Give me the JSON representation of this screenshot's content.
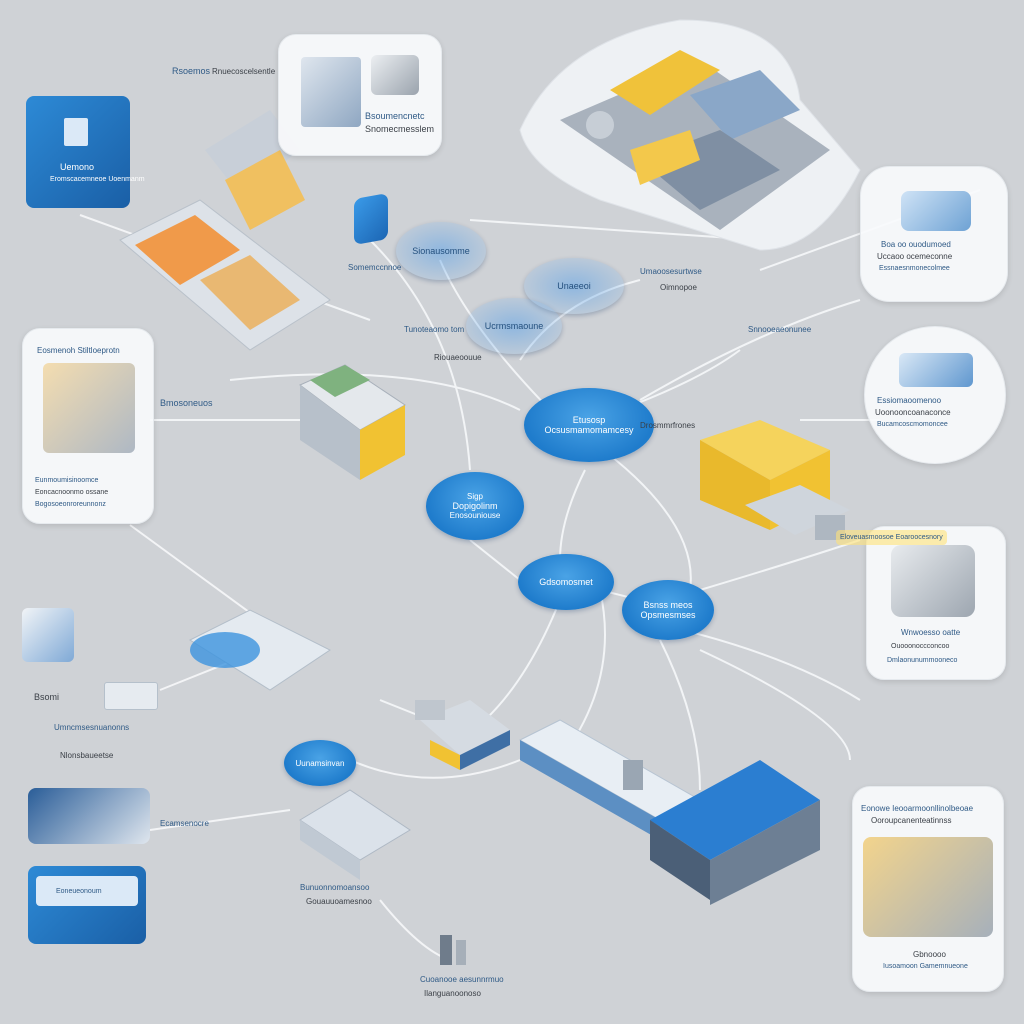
{
  "diagram": {
    "hub_nodes": [
      {
        "id": "hub-main",
        "line1": "Etusosp",
        "line2": "Ocsusmamomamcesy"
      },
      {
        "id": "hub-left",
        "line1": "Sigp",
        "line2": "Dopigolinm",
        "line3": "Enosouniouse"
      },
      {
        "id": "hub-center",
        "line1": "Gdsomosmet"
      },
      {
        "id": "hub-right",
        "line1": "Bsnss meos",
        "line2": "Opsmesmses"
      },
      {
        "id": "hub-bottom",
        "line1": "Uunamsinvan"
      }
    ],
    "soft_nodes": [
      {
        "id": "soft-1",
        "line1": "Sionausomme"
      },
      {
        "id": "soft-2",
        "line1": "Unaeeoi"
      },
      {
        "id": "soft-3",
        "line1": "Ucrmsmaoune"
      }
    ],
    "cards": {
      "top_small": {
        "caption1": "Bsoumencnetc",
        "caption2": "Snomecmesslem"
      },
      "left_mid": {
        "title": "Eosmenoh Stiltloeprotn",
        "line1": "Eunmoumisinoomce",
        "line2": "Eoncacnoonmo ossane",
        "line3": "Bogosoeonroreunnonz"
      },
      "right_top": {
        "line1": "Boa oo ouodumoed",
        "line2": "Uccaoo ocemeconne",
        "line3": "Essnaesnmonecolmee"
      },
      "right_mid": {
        "line1": "Essiomaoomenoo",
        "line2": "Uoonooncoanaconce",
        "line3": "Bucamcoscmomoncee"
      },
      "right_lower": {
        "line1": "Wnwoesso oatte",
        "line2": "Ouooonoccconcoo",
        "line3": "Dmlaonunummooneco"
      },
      "bottom_right": {
        "title1": "Eonowe Ieooarmoonllinolbeoae",
        "title2": "Ooroupcanenteatinnss",
        "foot1": "Gbnoooo",
        "foot2": "Iusoamoon Gamemnueone"
      }
    },
    "labels": {
      "top_left_a": "Rsoemos",
      "top_left_b": "Rnuecoscelsentle",
      "left_blue_a": "Uemono",
      "left_blue_b": "Eromscacemneoe Uoenmanm",
      "tag_mid_left": "Bmosoneuos",
      "tag_center_1": "Tunoteaomo tom",
      "tag_center_2": "Riouaeoouue",
      "tag_center_3": "Umaoosesurtwse",
      "tag_center_4": "Oimnopoe",
      "tag_center_5": "Snnooeaeonunee",
      "tag_top_mid": "Somemccnnoe",
      "tag_right_mid": "Drosmmrfrones",
      "tag_right_yellow": "Eloveuasmoosoe Eoaroocesnory",
      "tag_left_a": "Bsomi",
      "tag_left_b": "Umncmsesnuanonns",
      "tag_left_c": "Nlonsbaueetse",
      "tag_left_d": "Ecamsenocre",
      "tag_bottom_mid_a": "Bunuonnomoansoo",
      "tag_bottom_mid_b": "Gouauuoamesnoo",
      "tag_bottom_a": "Cuoanooe aesunnrmuo",
      "tag_bottom_b": "Ilanguanoonoso",
      "screen_text": "Eoneueonoum"
    },
    "colors": {
      "background": "#cfd2d6",
      "accent_blue": "#1f7ccc",
      "accent_yellow": "#f1c232",
      "line": "#f4f6f8"
    }
  }
}
